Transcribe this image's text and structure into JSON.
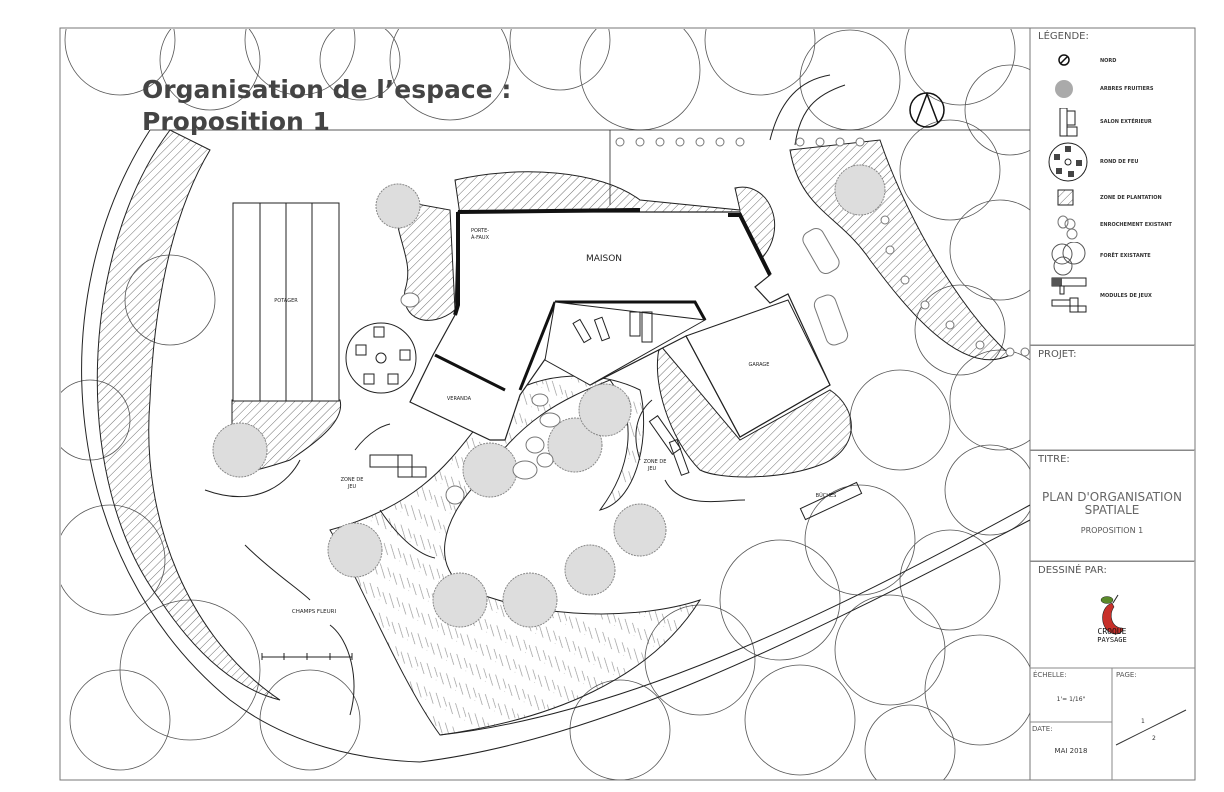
{
  "heading": {
    "line1": "Organisation de l’espace :",
    "line2": "Proposition 1"
  },
  "plan_labels": {
    "maison": "MAISON",
    "porte_a_faux_1": "PORTE-",
    "porte_a_faux_2": "À-FAUX",
    "veranda": "VERANDA",
    "garage": "GARAGE",
    "potager": "POTAGER",
    "zone_jeu_1_a": "ZONE DE",
    "zone_jeu_1_b": "JEU",
    "zone_jeu_2_a": "ZONE DE",
    "zone_jeu_2_b": "JEU",
    "champs_fleuri": "CHAMPS FLEURI",
    "buches": "BÛCHES"
  },
  "legend": {
    "title": "LÉGENDE:",
    "items": [
      {
        "icon": "north-icon",
        "label": "NORD"
      },
      {
        "icon": "fruit-tree-icon",
        "label": "ARBRES FRUITIERS"
      },
      {
        "icon": "outdoor-lounge-icon",
        "label": "SALON EXTÉRIEUR"
      },
      {
        "icon": "fire-pit-icon",
        "label": "ROND DE FEU"
      },
      {
        "icon": "planting-zone-icon",
        "label": "ZONE DE PLANTATION"
      },
      {
        "icon": "rocks-icon",
        "label": "ENROCHEMENT EXISTANT"
      },
      {
        "icon": "forest-icon",
        "label": "FORÊT EXISTANTE"
      },
      {
        "icon": "play-module-icon",
        "label": "MODULES DE JEUX"
      }
    ]
  },
  "title_block": {
    "projet_label": "PROJET:",
    "titre_label": "TITRE:",
    "titre_line1": "PLAN D'ORGANISATION",
    "titre_line2": "SPATIALE",
    "subtitle": "PROPOSITION 1",
    "dessine_label": "DESSINÉ PAR:",
    "logo_line1": "CROQUE",
    "logo_line2": "PAYSAGE",
    "echelle_label": "ÉCHELLE:",
    "echelle_value": "1'= 1/16\"",
    "page_label": "PAGE:",
    "page_current": "1",
    "page_total": "2",
    "date_label": "DATE:",
    "date_value": "MAI 2018"
  },
  "colors": {
    "line": "#222222",
    "tree": "#9a9a9a",
    "logo_red": "#c8302a",
    "logo_green": "#5a8a2a"
  }
}
